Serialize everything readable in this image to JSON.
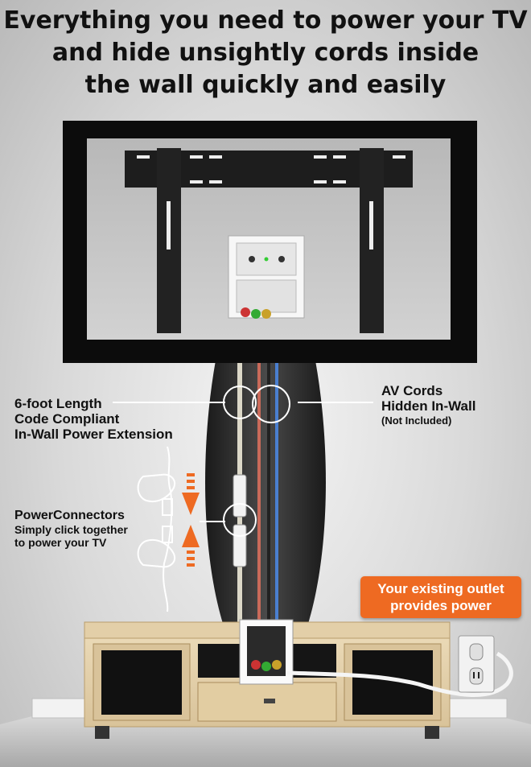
{
  "headline": {
    "line1": "Everything you need to power your TV",
    "line2": "and hide unsightly cords inside",
    "line3": "the wall quickly and easily"
  },
  "labels": {
    "extension": {
      "line1": "6-foot Length",
      "line2": "Code Compliant",
      "line3": "In-Wall Power Extension"
    },
    "av_cords": {
      "line1": "AV Cords",
      "line2": "Hidden In-Wall",
      "line3": "(Not Included)"
    },
    "power_connectors": {
      "line1": "PowerConnectors",
      "line2": "Simply click together",
      "line3": "to power your TV"
    },
    "outlet_callout": {
      "line1": "Your existing outlet",
      "line2": "provides power"
    }
  },
  "colors": {
    "callout": "#ee6a22",
    "arrows": "#ee6a22",
    "cord_red": "#c96a5a",
    "cord_blue": "#4a7fd0",
    "cord_white": "#dcd8c8"
  },
  "icons": [
    "tv-mount-bracket",
    "recessed-outlet",
    "hand-icon",
    "arrow-down",
    "arrow-up",
    "wall-outlet"
  ]
}
